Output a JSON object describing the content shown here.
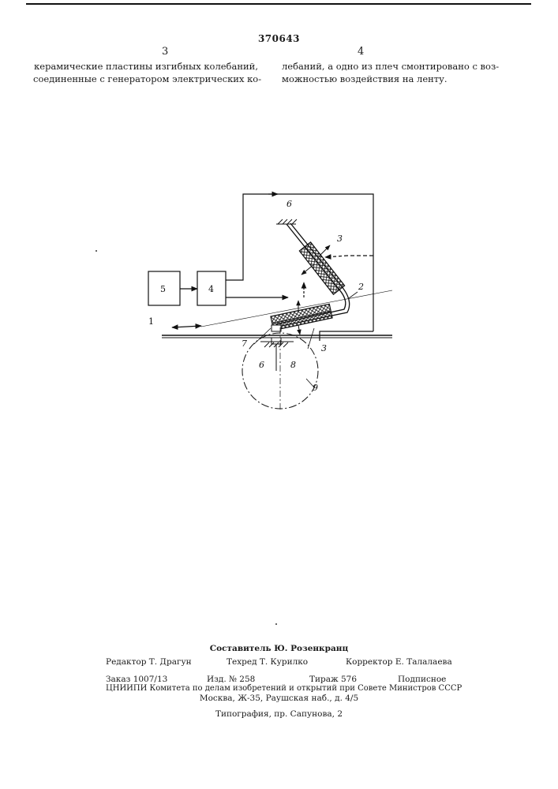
{
  "header": {
    "patent_number": "370643",
    "col_left_number": "3",
    "col_right_number": "4"
  },
  "columns": {
    "left_lines": [
      "керамические пластины изгибных колебаний,",
      "соединенные с генератором электрических ко-"
    ],
    "right_lines": [
      "лебаний, а одно из плеч смонтировано с воз-",
      "можностью воздействия на ленту."
    ]
  },
  "figure": {
    "labels": {
      "l1": "1",
      "l2": "2",
      "l3_top": "3",
      "l3_bottom": "3",
      "l4": "4",
      "l5": "5",
      "l6_top": "6",
      "l6_bottom": "6",
      "l7": "7",
      "l8": "8",
      "l9": "9"
    }
  },
  "imprint": {
    "compiler": "Составитель Ю. Розенкранц",
    "editor": "Редактор Т. Драгун",
    "techred": "Техред Т. Курилко",
    "corrector": "Корректор Е. Талалаева",
    "order": "Заказ 1007/13",
    "edition": "Изд. № 258",
    "print_run": "Тираж 576",
    "subscription": "Подписное",
    "institute": "ЦНИИПИ Комитета по делам изобретений и открытий при Совете Министров СССР",
    "address": "Москва, Ж-35, Раушская наб., д. 4/5",
    "printing_house": "Типография, пр. Сапунова, 2"
  }
}
